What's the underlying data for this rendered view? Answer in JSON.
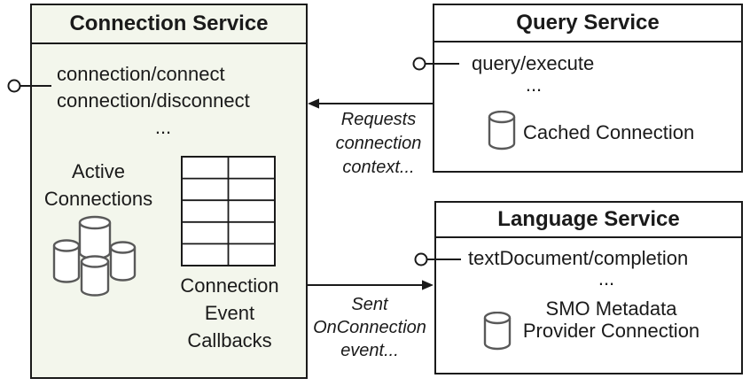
{
  "colors": {
    "connection_box_fill": "#f3f6ec",
    "service_box_fill": "#ffffff",
    "border": "#1a1a1a",
    "icon_stroke": "#595959",
    "text": "#1a1a1a"
  },
  "connection_service": {
    "title": "Connection Service",
    "methods": [
      "connection/connect",
      "connection/disconnect"
    ],
    "ellipsis": "...",
    "active_connections": [
      "Active",
      "Connections"
    ],
    "callbacks": [
      "Connection",
      "Event",
      "Callbacks"
    ]
  },
  "query_service": {
    "title": "Query Service",
    "method": "query/execute",
    "ellipsis": "...",
    "cached_connection_label": "Cached Connection"
  },
  "language_service": {
    "title": "Language Service",
    "method": "textDocument/completion",
    "ellipsis": "...",
    "provider_connection": [
      "SMO Metadata",
      "Provider Connection"
    ]
  },
  "arrows": {
    "requests_connection": [
      "Requests",
      "connection",
      "context..."
    ],
    "sent_onconnection": [
      "Sent",
      "OnConnection",
      "event..."
    ]
  },
  "icons": {
    "lollipop_connector": "provided-interface lollipop (circle + line)",
    "database_cluster": "four overlapping database cylinders",
    "database": "single database cylinder",
    "callbacks_table": "2-column 5-row grid"
  }
}
